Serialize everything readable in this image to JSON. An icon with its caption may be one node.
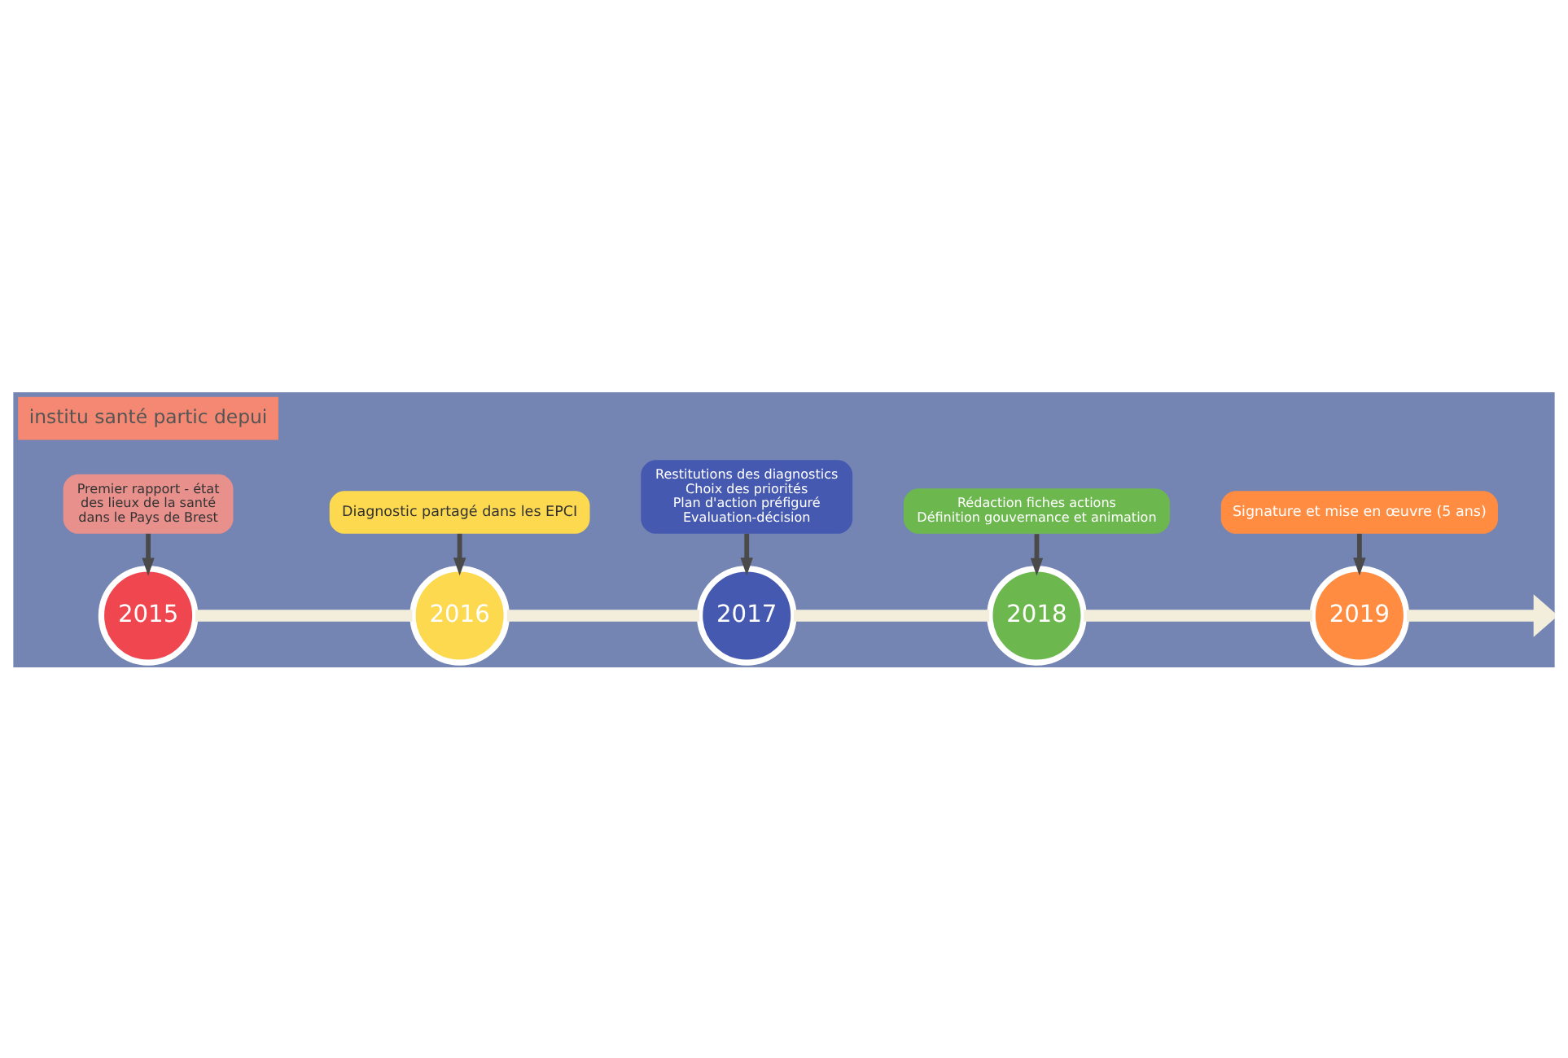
{
  "diagram": {
    "nodes": [
      {
        "text": [
          "2015"
        ]
      },
      {
        "text": [
          "2016"
        ]
      },
      {
        "text": [
          "2017"
        ]
      },
      {
        "text": [
          "2018"
        ]
      },
      {
        "text": [
          "2019"
        ]
      },
      {
        "text": [
          "Premier rapport - état des lieux de la santé dans le Pays de Brest"
        ]
      },
      {
        "text": [
          "Diagnostic partagé dans les EPCI"
        ]
      },
      {
        "text": [
          "Restitutions des diagnostics",
          "Choix des priorités",
          "Plan d'action préfiguré",
          "Evaluation-décision"
        ]
      },
      {
        "text": [
          "Rédaction fiches actions",
          "Définition gouvernance et animation"
        ]
      },
      {
        "text": [
          "Signature et mise en œuvre (5 ans)"
        ]
      }
    ],
    "edges": [
      {
        "from": 0,
        "to": 1,
        "arrow": "none",
        "style": "thick",
        "color": "#f2eedb"
      },
      {
        "from": 1,
        "to": 2,
        "arrow": "none",
        "style": "thick",
        "color": "#f2eedb"
      },
      {
        "from": 2,
        "to": 3,
        "arrow": "none",
        "style": "thick",
        "color": "#f2eedb"
      },
      {
        "from": 3,
        "to": 4,
        "arrow": "none",
        "style": "thick",
        "color": "#f2eedb"
      },
      {
        "from": 4,
        "to": null,
        "arrow": "to",
        "style": "thick",
        "color": "#f2eedb"
      },
      {
        "from": 5,
        "to": 0,
        "arrow": "to",
        "color": "#4a4a4a"
      },
      {
        "from": 6,
        "to": 1,
        "arrow": "to",
        "color": "#4a4a4a"
      },
      {
        "from": 7,
        "to": 2,
        "arrow": "to",
        "color": "#4a4a4a"
      },
      {
        "from": 8,
        "to": 3,
        "arrow": "to",
        "color": "#4a4a4a"
      },
      {
        "from": 9,
        "to": 4,
        "arrow": "to",
        "color": "#4a4a4a"
      }
    ],
    "labels": [
      "institu santé partic depui"
    ]
  }
}
